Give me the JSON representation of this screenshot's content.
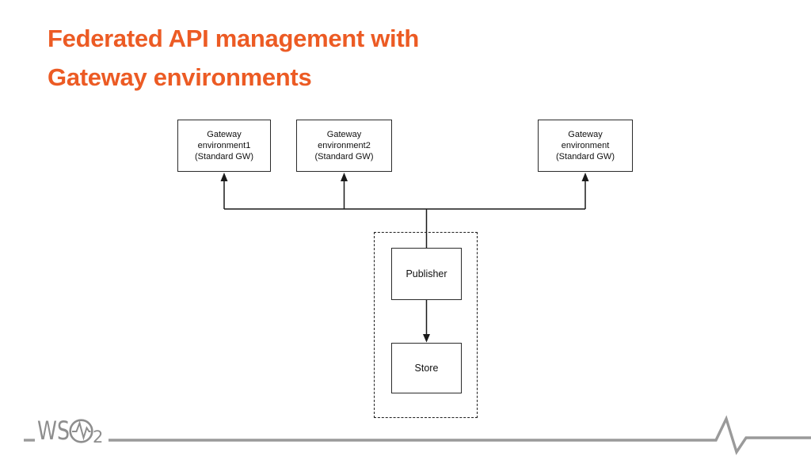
{
  "slide": {
    "title": {
      "line1": "Federated API management with",
      "line2": "Gateway environments"
    }
  },
  "diagram": {
    "gateway_nodes": [
      {
        "label": "Gateway\nenvironment1\n(Standard GW)"
      },
      {
        "label": "Gateway\nenvironment2\n(Standard GW)"
      },
      {
        "label": "Gateway\nenvironment\n(Standard GW)"
      }
    ],
    "publisher": {
      "label": "Publisher"
    },
    "store": {
      "label": "Store"
    }
  },
  "footer": {
    "logo": {
      "letters": "WS",
      "subscript": "2"
    }
  },
  "colors": {
    "title_orange": "#EC5B24",
    "logo_gray": "#8E8E8E",
    "connector_black": "#1A1A1A",
    "node_border": "#2B2B2B"
  }
}
